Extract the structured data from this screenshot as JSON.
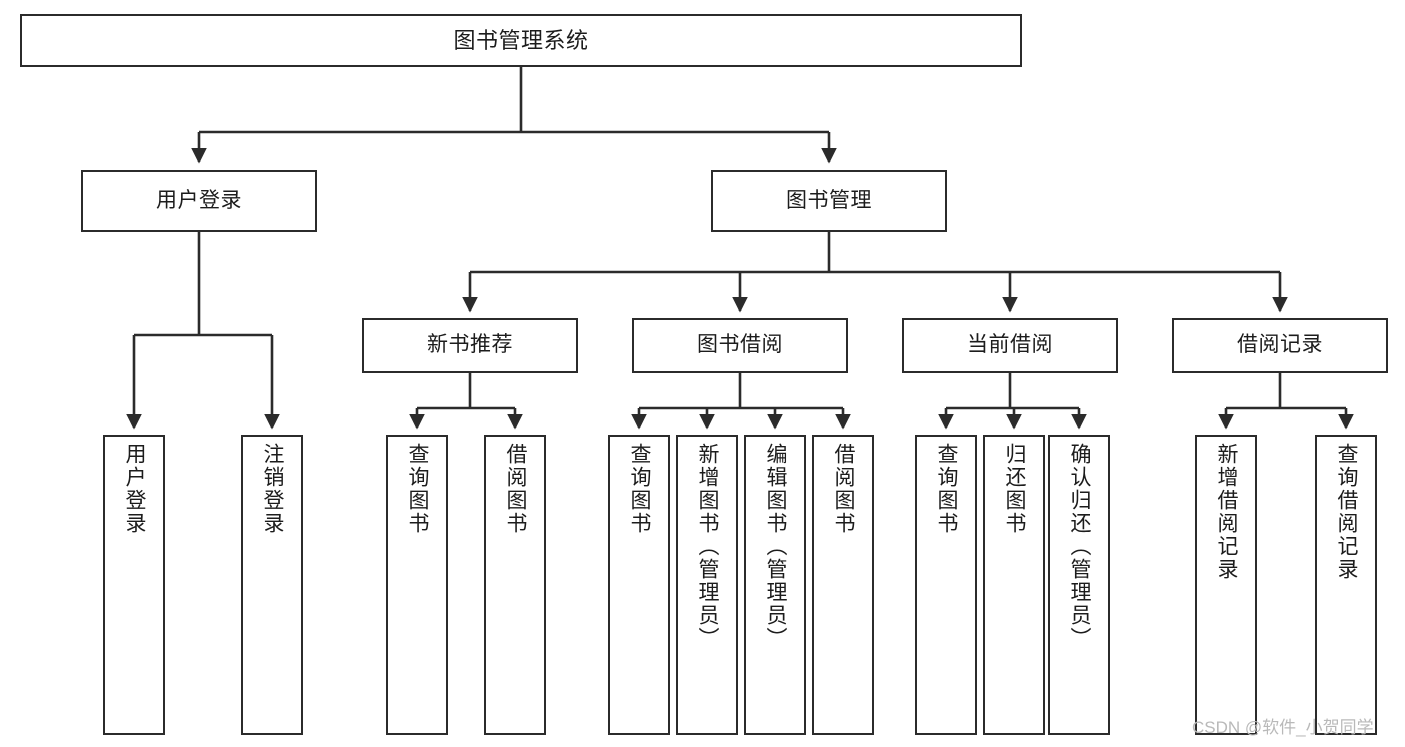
{
  "diagram": {
    "title": "图书管理系统",
    "type": "hierarchy-tree",
    "watermark": "CSDN @软件_小贺同学",
    "nodes": {
      "root": {
        "label": "图书管理系统"
      },
      "level2": [
        {
          "id": "user-login",
          "label": "用户登录"
        },
        {
          "id": "book-manage",
          "label": "图书管理"
        }
      ],
      "level3": [
        {
          "id": "new-book-recommend",
          "label": "新书推荐"
        },
        {
          "id": "book-borrow",
          "label": "图书借阅"
        },
        {
          "id": "current-borrow",
          "label": "当前借阅"
        },
        {
          "id": "borrow-record",
          "label": "借阅记录"
        }
      ],
      "leaves": {
        "user_login": [
          {
            "id": "leaf-user-login",
            "label": "用户登录"
          },
          {
            "id": "leaf-logout-login",
            "label": "注销登录"
          }
        ],
        "new_book_recommend": [
          {
            "id": "leaf-query-book-1",
            "label": "查询图书"
          },
          {
            "id": "leaf-borrow-book-1",
            "label": "借阅图书"
          }
        ],
        "book_borrow": [
          {
            "id": "leaf-query-book-2",
            "label": "查询图书"
          },
          {
            "id": "leaf-add-book",
            "label": "新增图书（管理员）"
          },
          {
            "id": "leaf-edit-book",
            "label": "编辑图书（管理员）"
          },
          {
            "id": "leaf-borrow-book-2",
            "label": "借阅图书"
          }
        ],
        "current_borrow": [
          {
            "id": "leaf-query-book-3",
            "label": "查询图书"
          },
          {
            "id": "leaf-return-book",
            "label": "归还图书"
          },
          {
            "id": "leaf-confirm-return",
            "label": "确认归还（管理员）"
          }
        ],
        "borrow_record": [
          {
            "id": "leaf-add-record",
            "label": "新增借阅记录"
          },
          {
            "id": "leaf-query-record",
            "label": "查询借阅记录"
          }
        ]
      }
    },
    "colors": {
      "stroke": "#2b2b2b",
      "fill": "#ffffff",
      "text": "#1c1c1c",
      "watermark": "#b9b9b9"
    }
  }
}
